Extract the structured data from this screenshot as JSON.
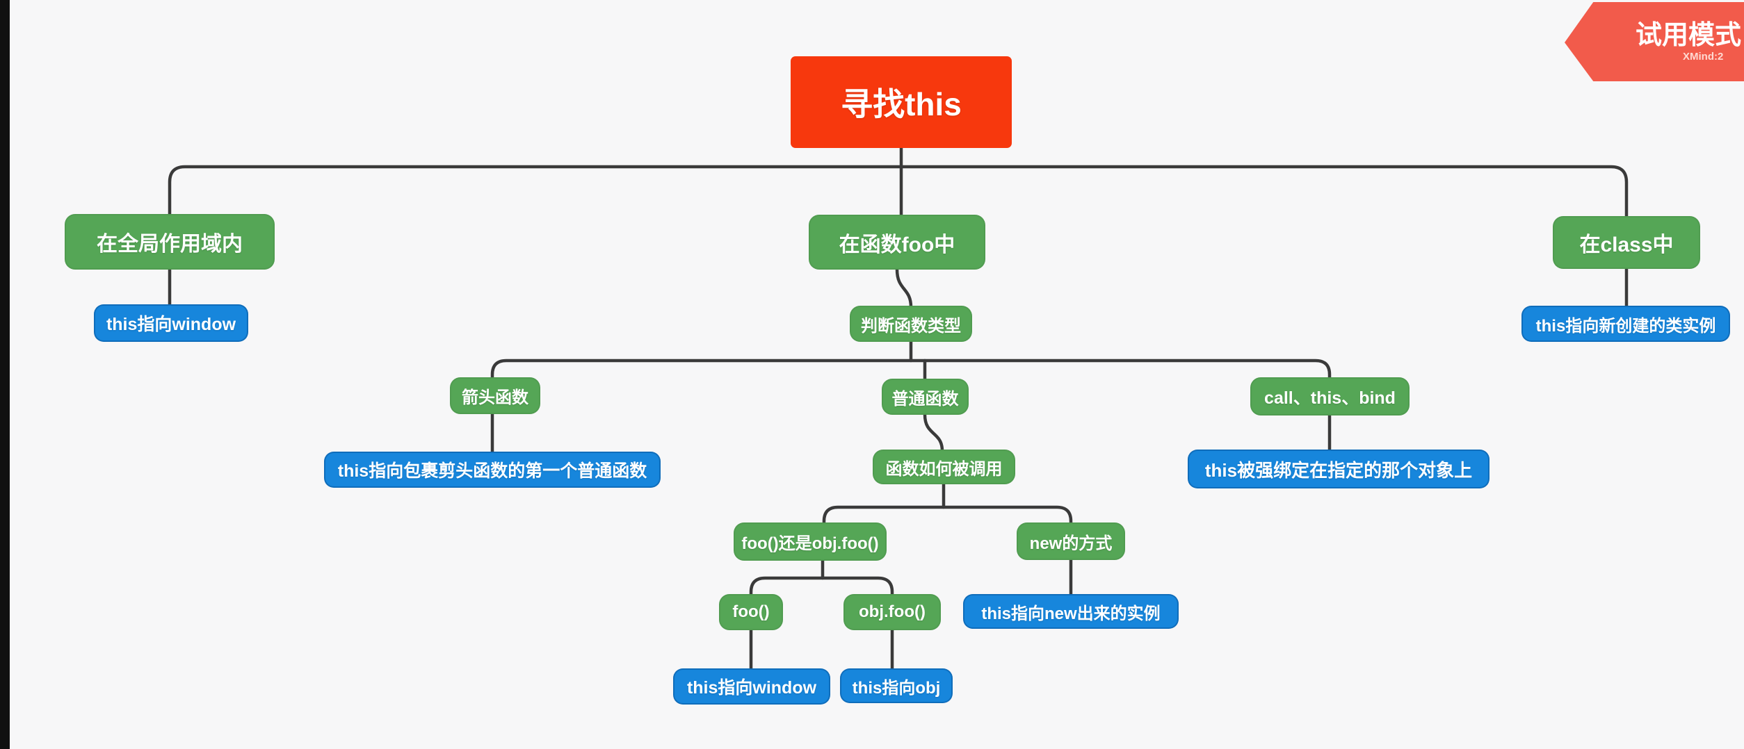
{
  "badge": {
    "title": "试用模式",
    "subtitle": "XMind:2"
  },
  "colors": {
    "background": "#f7f7f8",
    "panel_strip": "#101010",
    "root_node": "#f7380d",
    "branch_node": "#55a656",
    "leaf_node": "#1786dc",
    "connector": "#3a3a3a",
    "badge": "#f25b4b"
  },
  "mindmap": {
    "root": {
      "label": "寻找this",
      "children": [
        {
          "label": "在全局作用域内",
          "children": [
            {
              "label": "this指向window",
              "children": []
            }
          ]
        },
        {
          "label": "在函数foo中",
          "children": [
            {
              "label": "判断函数类型",
              "children": [
                {
                  "label": "箭头函数",
                  "children": [
                    {
                      "label": "this指向包裹剪头函数的第一个普通函数",
                      "children": []
                    }
                  ]
                },
                {
                  "label": "普通函数",
                  "children": [
                    {
                      "label": "函数如何被调用",
                      "children": [
                        {
                          "label": "foo()还是obj.foo()",
                          "children": [
                            {
                              "label": "foo()",
                              "children": [
                                {
                                  "label": "this指向window",
                                  "children": []
                                }
                              ]
                            },
                            {
                              "label": "obj.foo()",
                              "children": [
                                {
                                  "label": "this指向obj",
                                  "children": []
                                }
                              ]
                            }
                          ]
                        },
                        {
                          "label": "new的方式",
                          "children": [
                            {
                              "label": "this指向new出来的实例",
                              "children": []
                            }
                          ]
                        }
                      ]
                    }
                  ]
                },
                {
                  "label": "call、this、bind",
                  "children": [
                    {
                      "label": "this被强绑定在指定的那个对象上",
                      "children": []
                    }
                  ]
                }
              ]
            }
          ]
        },
        {
          "label": "在class中",
          "children": [
            {
              "label": "this指向新创建的类实例",
              "children": []
            }
          ]
        }
      ]
    }
  }
}
